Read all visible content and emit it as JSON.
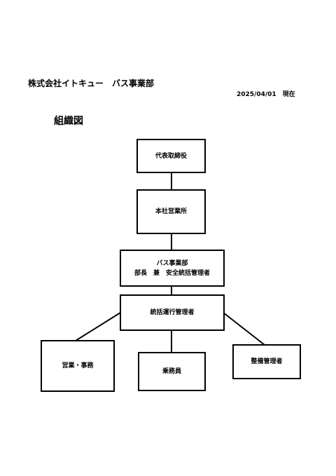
{
  "header": {
    "company": "株式会社イトキュー　バス事業部",
    "as_of": "2025/04/01　現在",
    "title": "組織図"
  },
  "org_chart": {
    "nodes": {
      "representative_director": "代表取締役",
      "head_office": "本社営業所",
      "bus_division": {
        "line1": "バス事業部",
        "line2": "部長　兼　安全統括管理者"
      },
      "operations_manager": "統括運行管理者",
      "sales_office": "営業・事務",
      "crew": "乗務員",
      "maintenance_manager": "整備管理者"
    }
  }
}
